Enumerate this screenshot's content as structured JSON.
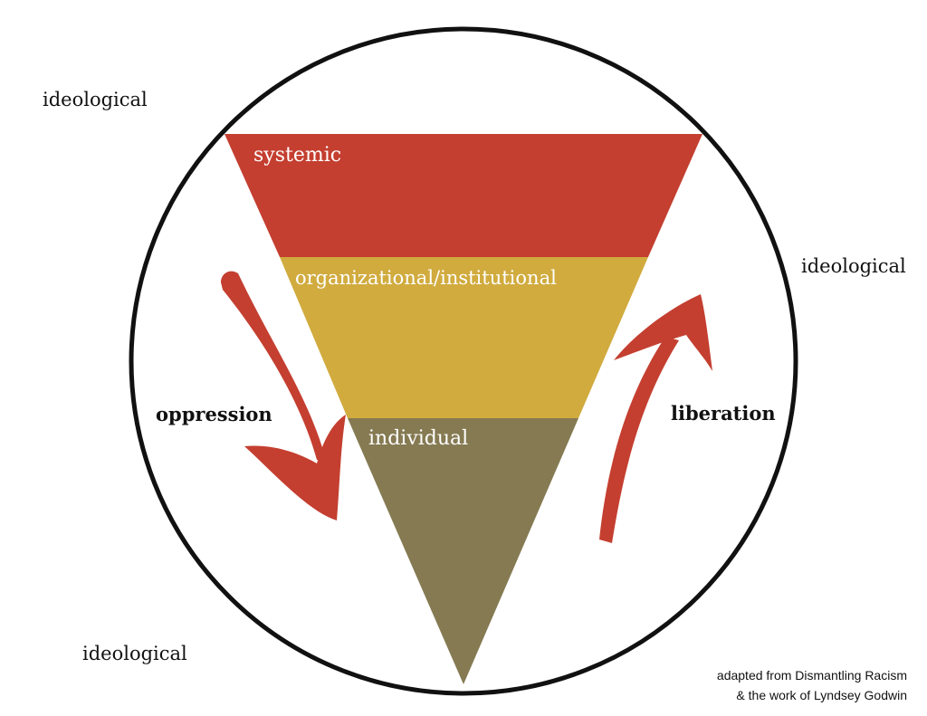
{
  "labels": {
    "ideological": "ideological",
    "oppression": "oppression",
    "liberation": "liberation"
  },
  "layers": {
    "systemic": "systemic",
    "organizational": "organizational/institutional",
    "individual": "individual"
  },
  "credit": {
    "line1": "adapted from Dismantling Racism",
    "line2": "& the work of Lyndsey Godwin"
  },
  "colors": {
    "systemic": "#c43f30",
    "organizational": "#d1ab3e",
    "individual": "#857a52",
    "arrow": "#c43f30",
    "circle": "#111111"
  }
}
